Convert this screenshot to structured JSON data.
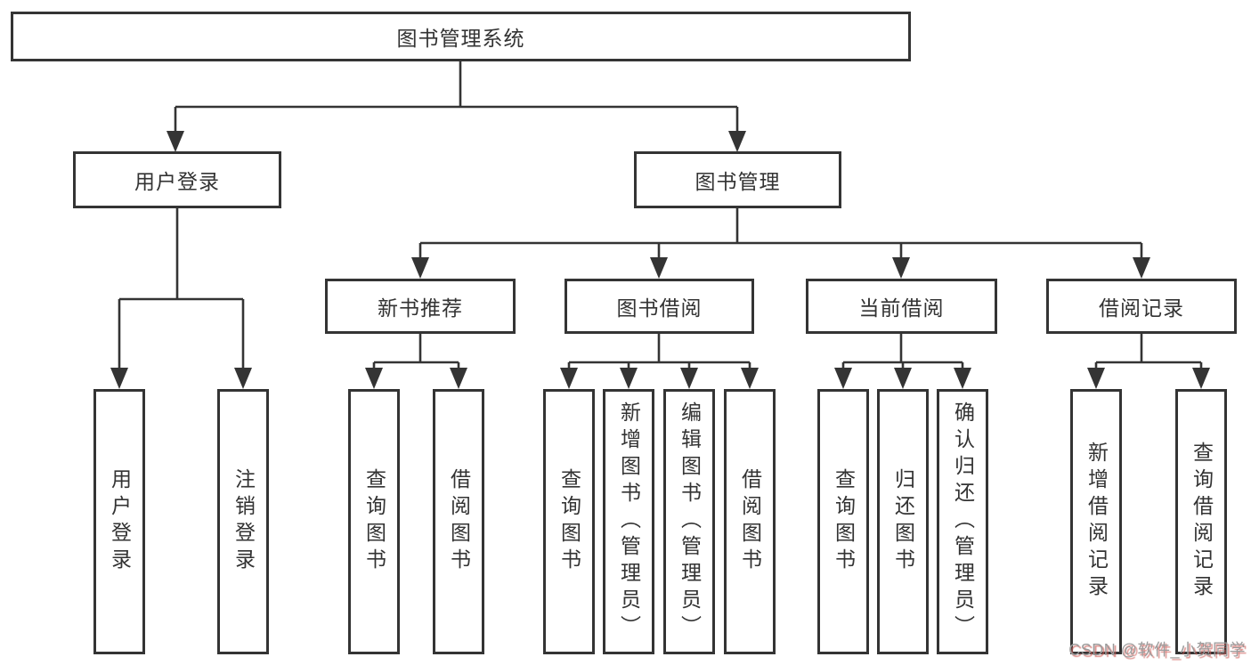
{
  "diagram": {
    "title": "图书管理系统",
    "children": [
      {
        "label": "用户登录",
        "children": [
          {
            "label": "用户登录"
          },
          {
            "label": "注销登录"
          }
        ]
      },
      {
        "label": "图书管理",
        "children": [
          {
            "label": "新书推荐",
            "children": [
              {
                "label": "查询图书"
              },
              {
                "label": "借阅图书"
              }
            ]
          },
          {
            "label": "图书借阅",
            "children": [
              {
                "label": "查询图书"
              },
              {
                "label": "新增图书（管理员）"
              },
              {
                "label": "编辑图书（管理员）"
              },
              {
                "label": "借阅图书"
              }
            ]
          },
          {
            "label": "当前借阅",
            "children": [
              {
                "label": "查询图书"
              },
              {
                "label": "归还图书"
              },
              {
                "label": "确认归还（管理员）"
              }
            ]
          },
          {
            "label": "借阅记录",
            "children": [
              {
                "label": "新增借阅记录"
              },
              {
                "label": "查询借阅记录"
              }
            ]
          }
        ]
      }
    ]
  },
  "watermark": {
    "text": "CSDN @软件_小贺同学"
  },
  "colors": {
    "line": "#343434",
    "box_border": "#343434",
    "text": "#333333",
    "background": "#ffffff",
    "watermark_gray": "#9b9b9b",
    "watermark_red": "#cf5f59"
  }
}
